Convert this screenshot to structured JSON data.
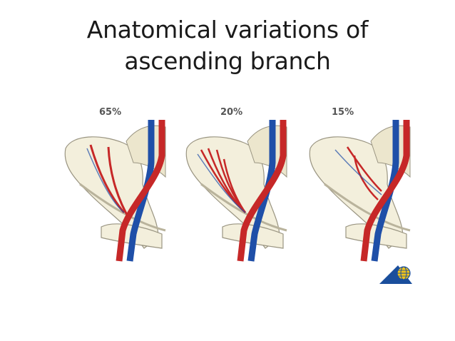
{
  "title": "Anatomical variations of ascending branch",
  "panels": [
    {
      "label": "65%"
    },
    {
      "label": "20%"
    },
    {
      "label": "15%"
    }
  ],
  "colors": {
    "artery": "#c62828",
    "vein": "#1f4fa8",
    "bone_fill": "#f3efdc",
    "bone_stroke": "#9a9582",
    "logo_blue": "#1a4e9c",
    "logo_yellow": "#f2c418"
  },
  "icons": {
    "logo": "publisher-globe-triangle-icon"
  }
}
